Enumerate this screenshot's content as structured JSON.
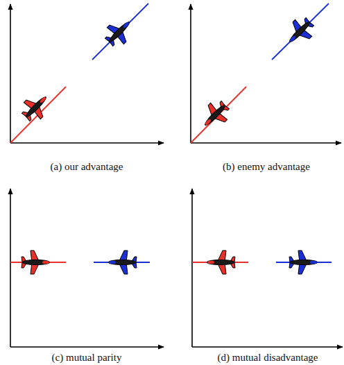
{
  "diagram": {
    "labels": [
      "(a) our advantage",
      "(b) enemy advantage",
      "(c) mutual parity",
      "(d) mutual disadvantage"
    ]
  }
}
